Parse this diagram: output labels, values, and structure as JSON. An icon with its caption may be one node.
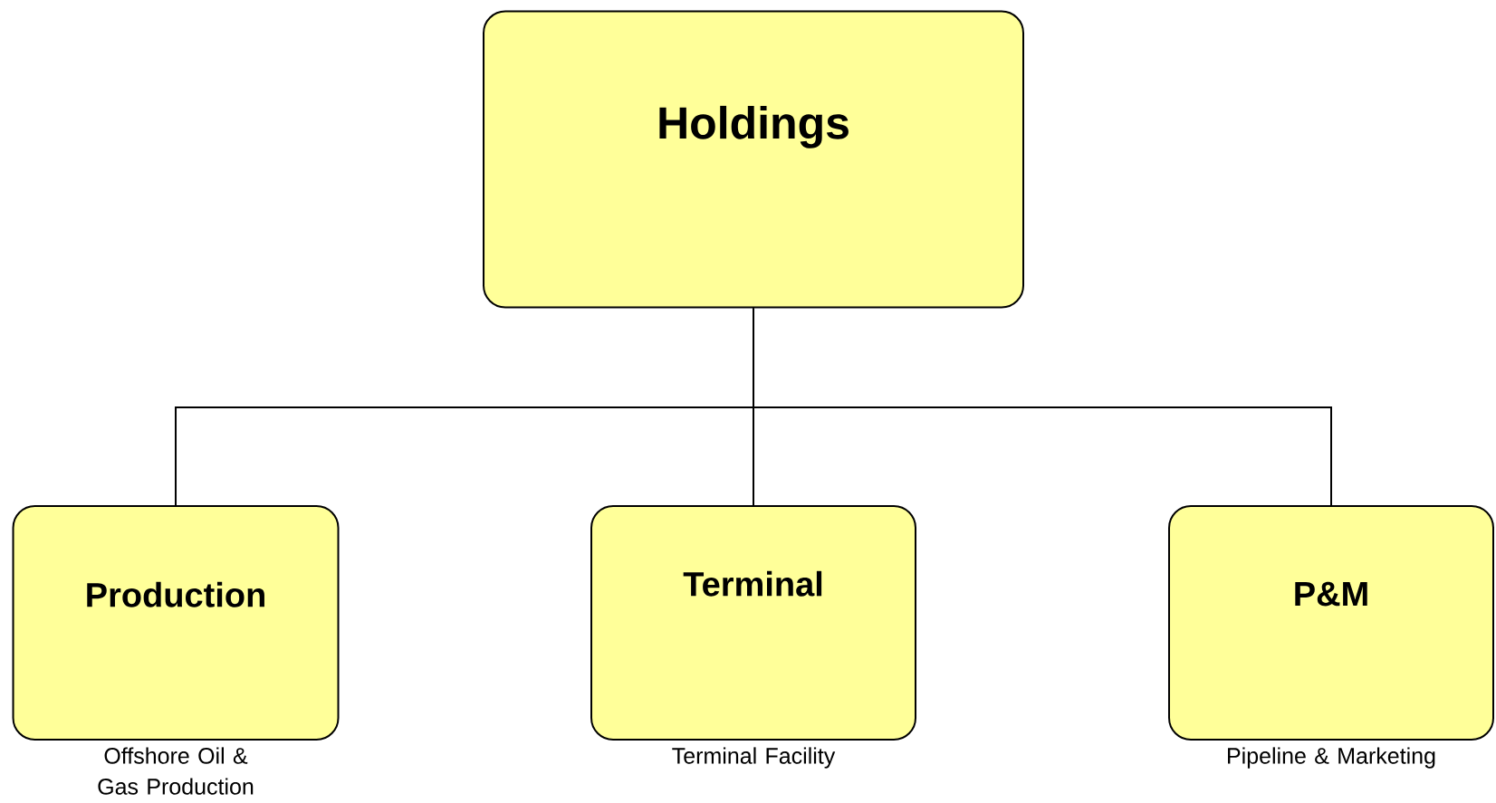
{
  "diagram": {
    "nodes": [
      {
        "text": [
          "Holdings"
        ]
      },
      {
        "text": [
          "Production"
        ],
        "beside": [
          "Offshore Oil & Gas Production"
        ]
      },
      {
        "text": [
          "Terminal"
        ],
        "beside": [
          "Terminal Facility"
        ]
      },
      {
        "text": [
          "P&M"
        ],
        "beside": [
          "Pipeline & Marketing"
        ]
      }
    ],
    "edges": [
      {
        "from": 0,
        "to": 1,
        "arrow": "none"
      },
      {
        "from": 0,
        "to": 2,
        "arrow": "none"
      },
      {
        "from": 0,
        "to": 3,
        "arrow": "none"
      }
    ]
  }
}
